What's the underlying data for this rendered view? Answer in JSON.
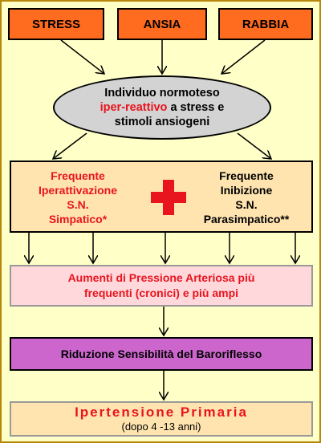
{
  "top_boxes": {
    "stress": "STRESS",
    "ansia": "ANSIA",
    "rabbia": "RABBIA"
  },
  "individuo": {
    "line1": "Individuo normoteso",
    "line2_highlight": "iper-reattivo",
    "line2_rest": " a stress e",
    "line3": "stimoli  ansiogeni"
  },
  "sn": {
    "left": [
      "Frequente",
      "Iperattivazione",
      "S.N.",
      "Simpatico*"
    ],
    "right": [
      "Frequente",
      "Inibizione",
      "S.N.",
      "Parasimpatico**"
    ]
  },
  "pressure": {
    "line1": "Aumenti di Pressione Arteriosa più",
    "line2": "frequenti (cronici) e più ampi"
  },
  "baroriflesso": "Riduzione Sensibilità del Baroriflesso",
  "primary": {
    "title": "Ipertensione Primaria",
    "subtitle": "(dopo 4 -13 anni)"
  },
  "colors": {
    "orange": "#FF6B1F",
    "red": "#E8141E",
    "grey": "#D3D3D3",
    "peach": "#FFE4B0",
    "pink": "#FFD8DC",
    "purple": "#CC66CC",
    "background": "#FFFFC8"
  }
}
